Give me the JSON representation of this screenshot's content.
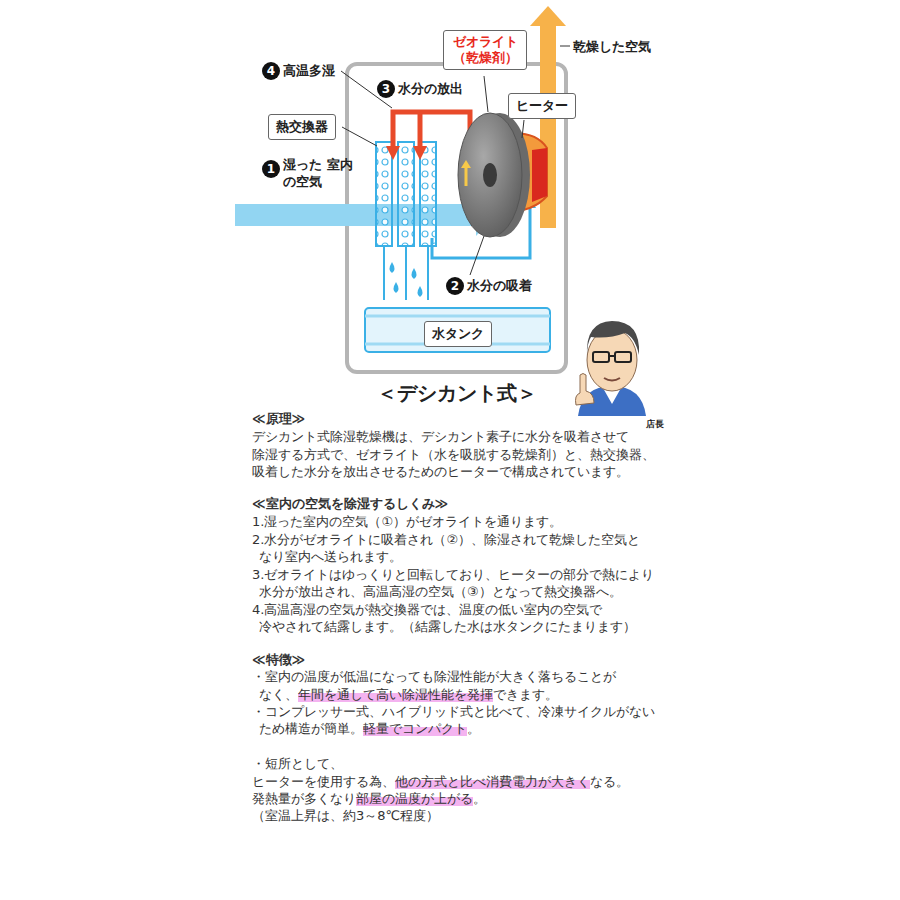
{
  "diagram": {
    "caption": "＜デシカント式＞",
    "nodes": [
      {
        "text": [
          "ゼオライト （乾燥剤）"
        ]
      },
      {
        "text": [
          "ヒーター"
        ]
      },
      {
        "text": [
          "熱交換器"
        ]
      },
      {
        "text": [
          "水タンク"
        ]
      }
    ],
    "labels": [
      "4",
      "高温多湿",
      "3",
      "水分の放出",
      "乾燥した空気",
      "1",
      "湿った 室内の空気",
      "2",
      "水分の吸着",
      "店長",
      "≪原理≫",
      "デシカント式除湿乾燥機は、デシカント素子に水分を吸着させて",
      "除湿する方式で、ゼオライト（水を吸脱する乾燥剤）と、熱交換器、",
      "吸着した水分を放出させるためのヒーターで構成されています。",
      "≪室内の空気を除湿するしくみ≫",
      "1.湿った室内の空気（①）がゼオライトを通ります。",
      "2.水分がゼオライトに吸着され（②）、除湿されて乾燥した空気と",
      "なり室内へ送られます。",
      "3.ゼオライトはゆっくりと回転しており、ヒーターの部分で熱により",
      "水分が放出され、高温高湿の空気（③）となって熱交換器へ。",
      "4.高温高湿の空気が熱交換器では、温度の低い室内の空気で",
      "冷やされて結露します。（結露した水は水タンクにたまります）",
      "≪特徴≫",
      "・室内の温度が低温になっても除湿性能が大きく落ちることが",
      "なく、",
      "年間を通して高い除湿性能を発揮",
      "できます。",
      "・コンプレッサー式、ハイブリッド式と比べて、冷凍サイクルがない",
      "ため構造が簡単。",
      "軽量でコンパクト",
      "。",
      "・短所として、",
      "ヒーターを使用する為、",
      "他の方式と比べ消費電力が大きく",
      "なる。",
      "発熱量が多くなり",
      "部屋の温度が上がる",
      "。",
      "（室温上昇は、約3～8℃程度）"
    ]
  }
}
